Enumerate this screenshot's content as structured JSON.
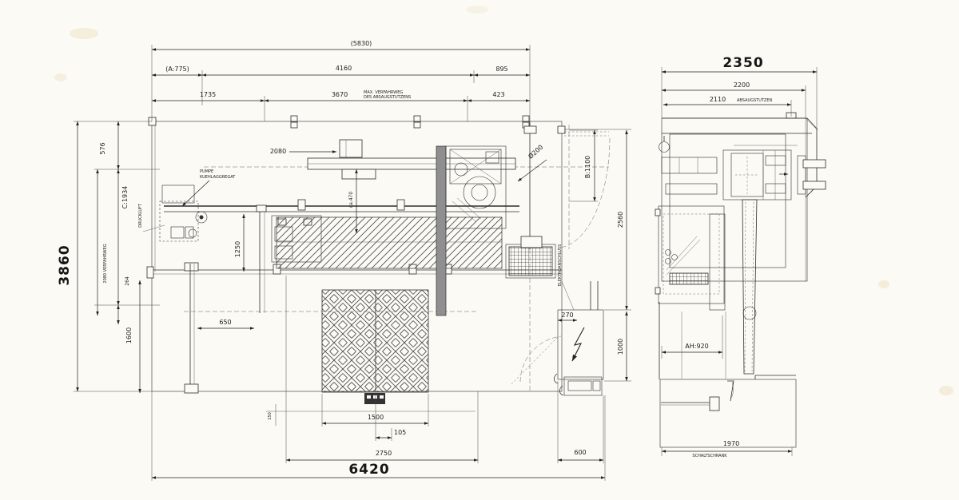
{
  "colors": {
    "paper": "#fbfaf5",
    "ink": "#2b2b2b"
  },
  "plan_view": {
    "dims": {
      "overall": "(5830)",
      "a775": "(A:775)",
      "w4160": "4160",
      "w895": "895",
      "w1735": "1735",
      "w3670": "3670",
      "travel_note_1": "MAX. VERFAHRWEG",
      "travel_note_2": "DES ABSAUGSTUTZENS",
      "w423": "423",
      "h3860": "3860",
      "h576": "576",
      "c1934": "C:1934",
      "verfahrweg2080": "2080 VERFAHRWEG",
      "h264": "264",
      "h1600": "1600",
      "w2080": "2080",
      "ca470": "ca.470",
      "h1250": "1250",
      "w650": "650",
      "dia200": "Ø200",
      "b1100": "B:1100",
      "h2560": "2560",
      "w270": "270",
      "h1000": "1000",
      "h150": "150",
      "w1500": "1500",
      "w105": "105",
      "w2750": "2750",
      "w600": "600",
      "w6420": "6420"
    },
    "labels": {
      "pump_1": "PUMPE",
      "pump_2": "KUEHLAGGREGAT",
      "druckluft": "DRUCKLUFT",
      "elektroanschluss": "ELEKTROANSCHLUSS"
    }
  },
  "side_view": {
    "dims": {
      "w2350": "2350",
      "w2200": "2200",
      "w2110": "2110",
      "ah920": "AH:920",
      "w1970": "1970"
    },
    "labels": {
      "absaugstutzen": "ABSAUGSTUTZEN",
      "schaltschrank": "SCHALTSCHRANK"
    }
  }
}
